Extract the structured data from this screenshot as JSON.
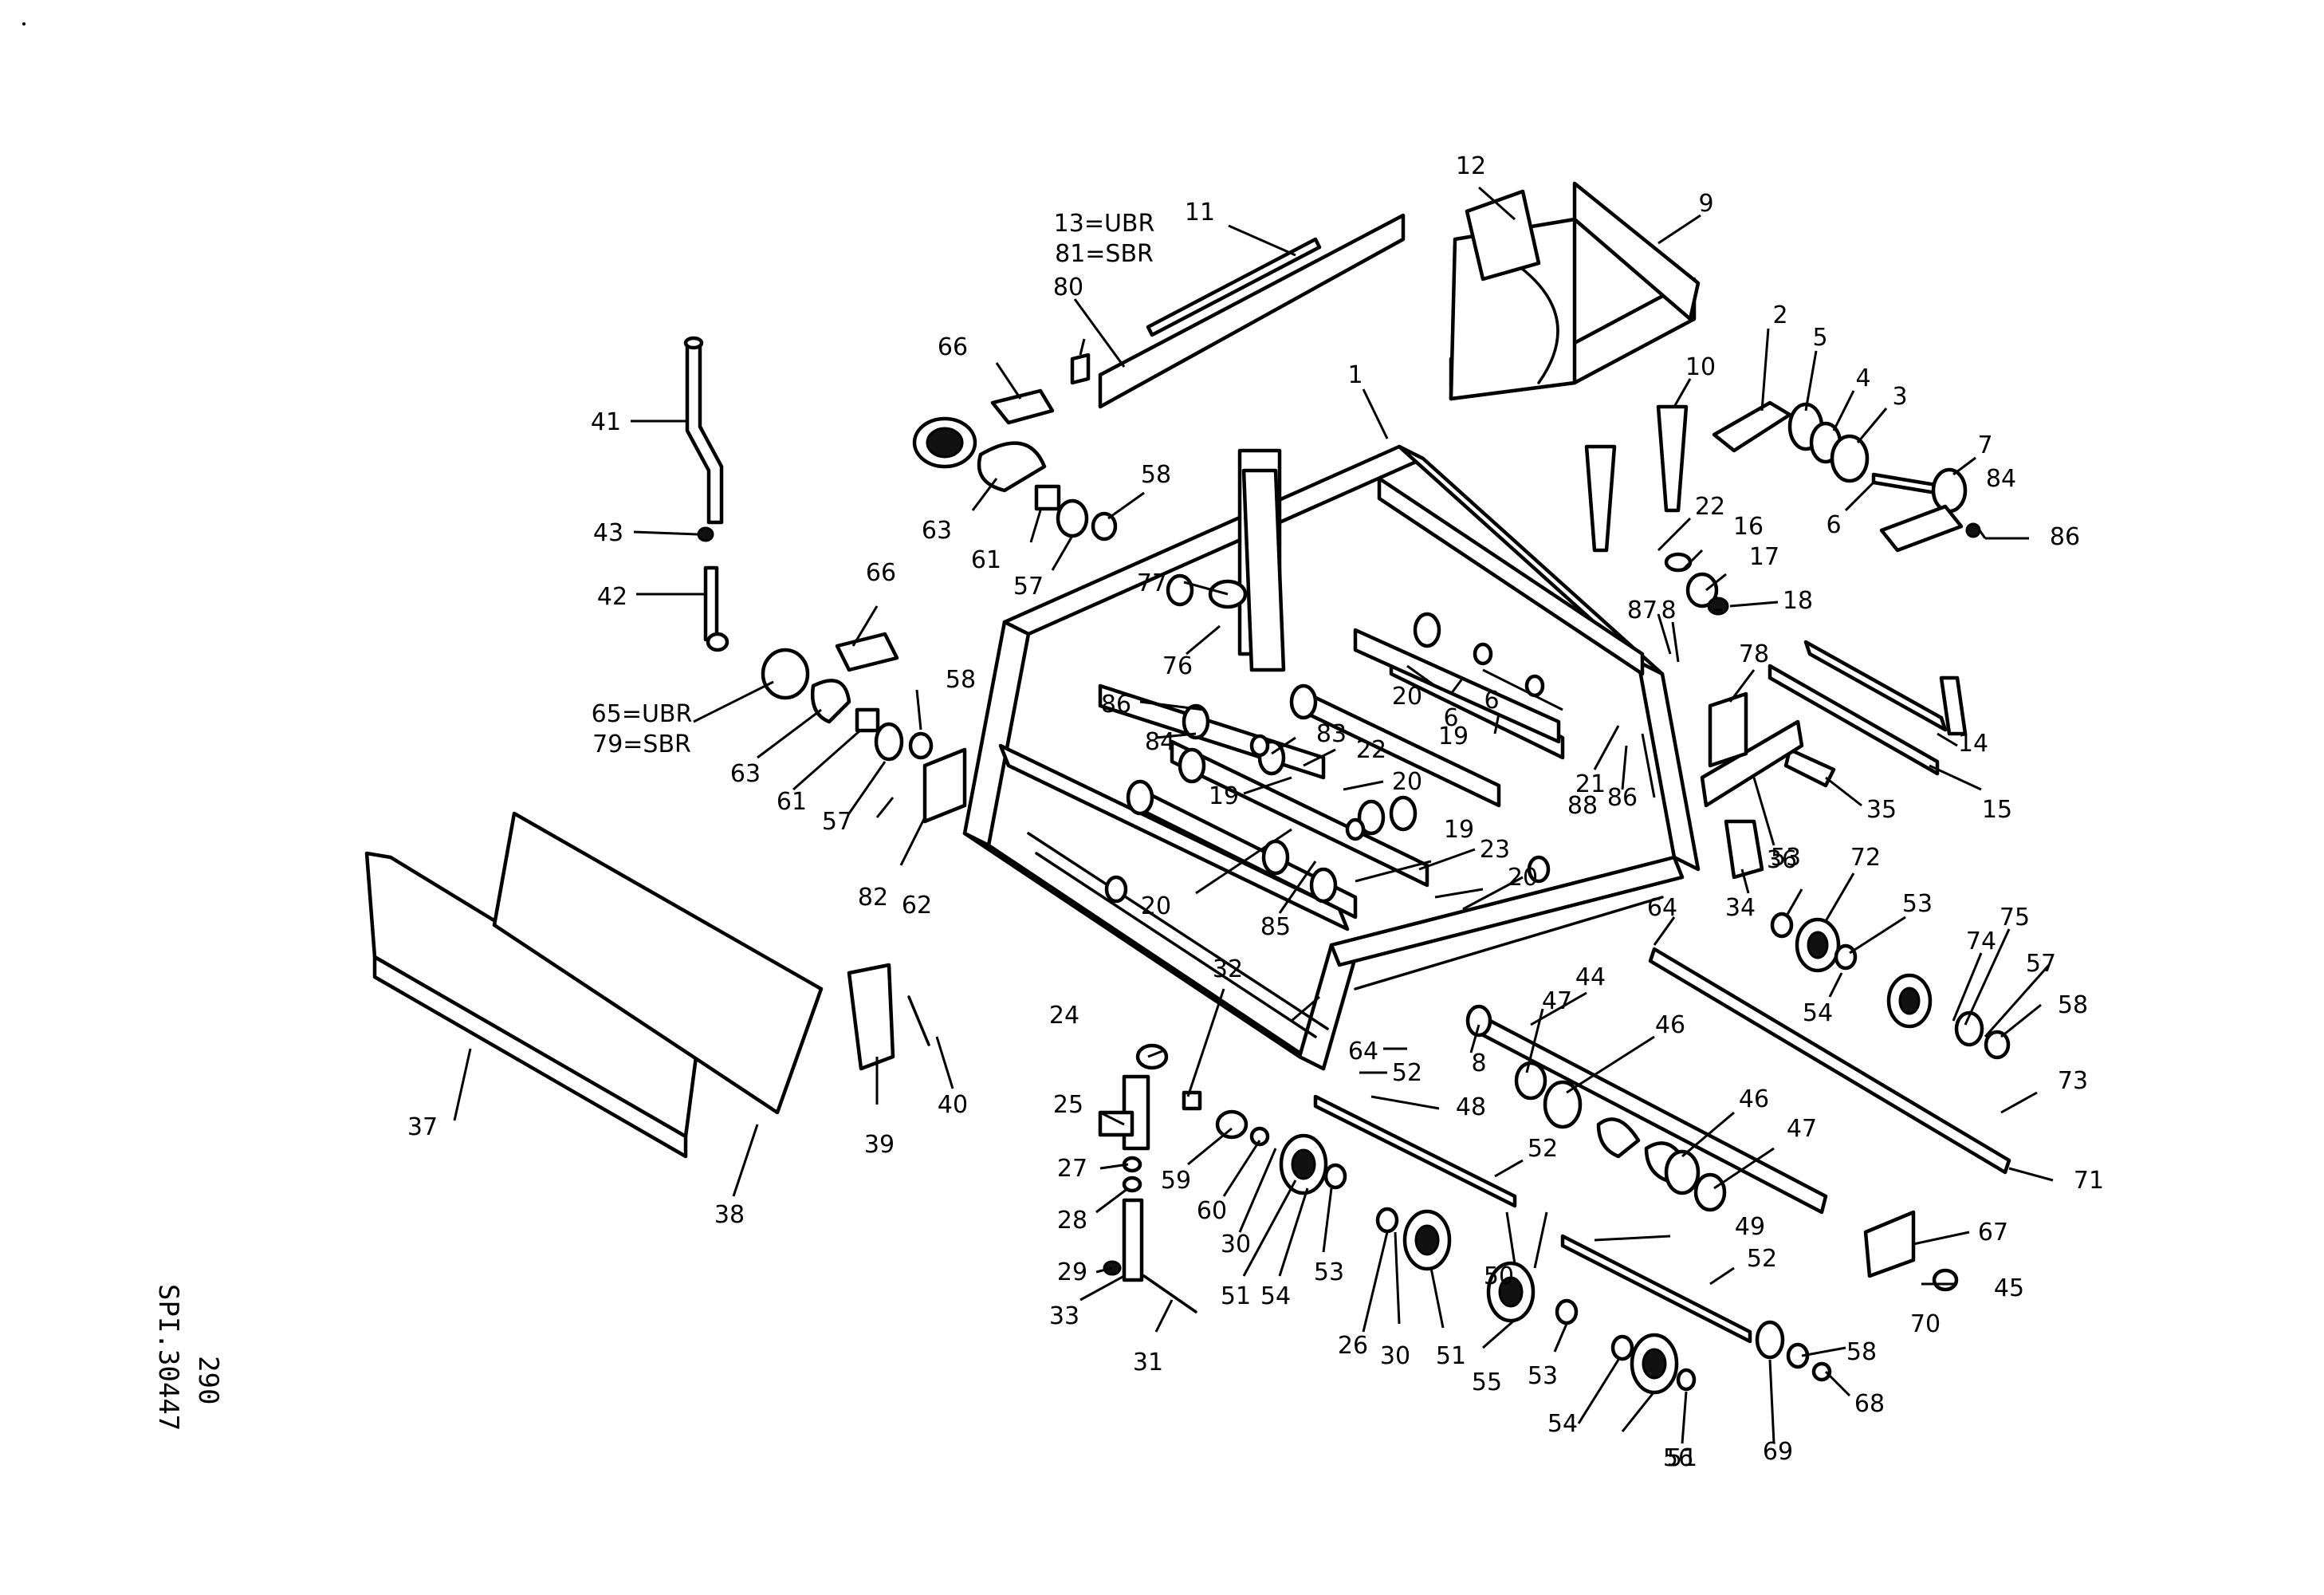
{
  "document": {
    "page_number": "290",
    "drawing_code": "SPI.30447"
  },
  "variant_notes": [
    {
      "id": "note-13-81",
      "lines": [
        "13=UBR",
        "81=SBR"
      ]
    },
    {
      "id": "note-65-79",
      "lines": [
        "65=UBR",
        "79=SBR"
      ]
    }
  ],
  "callouts": [
    {
      "label": "1"
    },
    {
      "label": "2"
    },
    {
      "label": "3"
    },
    {
      "label": "4"
    },
    {
      "label": "5"
    },
    {
      "label": "6"
    },
    {
      "label": "6"
    },
    {
      "label": "6"
    },
    {
      "label": "7"
    },
    {
      "label": "8"
    },
    {
      "label": "8"
    },
    {
      "label": "9"
    },
    {
      "label": "10"
    },
    {
      "label": "11"
    },
    {
      "label": "12"
    },
    {
      "label": "14"
    },
    {
      "label": "15"
    },
    {
      "label": "16"
    },
    {
      "label": "17"
    },
    {
      "label": "18"
    },
    {
      "label": "19"
    },
    {
      "label": "19"
    },
    {
      "label": "19"
    },
    {
      "label": "20"
    },
    {
      "label": "20"
    },
    {
      "label": "20"
    },
    {
      "label": "20"
    },
    {
      "label": "21"
    },
    {
      "label": "22"
    },
    {
      "label": "22"
    },
    {
      "label": "23"
    },
    {
      "label": "24"
    },
    {
      "label": "25"
    },
    {
      "label": "26"
    },
    {
      "label": "27"
    },
    {
      "label": "28"
    },
    {
      "label": "29"
    },
    {
      "label": "30"
    },
    {
      "label": "30"
    },
    {
      "label": "31"
    },
    {
      "label": "32"
    },
    {
      "label": "33"
    },
    {
      "label": "34"
    },
    {
      "label": "35"
    },
    {
      "label": "36"
    },
    {
      "label": "37"
    },
    {
      "label": "38"
    },
    {
      "label": "39"
    },
    {
      "label": "40"
    },
    {
      "label": "41"
    },
    {
      "label": "42"
    },
    {
      "label": "43"
    },
    {
      "label": "44"
    },
    {
      "label": "45"
    },
    {
      "label": "46"
    },
    {
      "label": "46"
    },
    {
      "label": "47"
    },
    {
      "label": "47"
    },
    {
      "label": "48"
    },
    {
      "label": "49"
    },
    {
      "label": "50"
    },
    {
      "label": "51"
    },
    {
      "label": "51"
    },
    {
      "label": "51"
    },
    {
      "label": "52"
    },
    {
      "label": "52"
    },
    {
      "label": "52"
    },
    {
      "label": "53"
    },
    {
      "label": "53"
    },
    {
      "label": "53"
    },
    {
      "label": "53"
    },
    {
      "label": "54"
    },
    {
      "label": "54"
    },
    {
      "label": "54"
    },
    {
      "label": "55"
    },
    {
      "label": "56"
    },
    {
      "label": "57"
    },
    {
      "label": "57"
    },
    {
      "label": "57"
    },
    {
      "label": "58"
    },
    {
      "label": "58"
    },
    {
      "label": "58"
    },
    {
      "label": "58"
    },
    {
      "label": "59"
    },
    {
      "label": "60"
    },
    {
      "label": "61"
    },
    {
      "label": "61"
    },
    {
      "label": "62"
    },
    {
      "label": "63"
    },
    {
      "label": "63"
    },
    {
      "label": "64"
    },
    {
      "label": "64"
    },
    {
      "label": "66"
    },
    {
      "label": "66"
    },
    {
      "label": "67"
    },
    {
      "label": "68"
    },
    {
      "label": "69"
    },
    {
      "label": "70"
    },
    {
      "label": "71"
    },
    {
      "label": "72"
    },
    {
      "label": "73"
    },
    {
      "label": "74"
    },
    {
      "label": "75"
    },
    {
      "label": "76"
    },
    {
      "label": "77"
    },
    {
      "label": "78"
    },
    {
      "label": "80"
    },
    {
      "label": "82"
    },
    {
      "label": "83"
    },
    {
      "label": "84"
    },
    {
      "label": "84"
    },
    {
      "label": "85"
    },
    {
      "label": "86"
    },
    {
      "label": "86"
    },
    {
      "label": "86"
    },
    {
      "label": "87"
    },
    {
      "label": "88"
    }
  ]
}
